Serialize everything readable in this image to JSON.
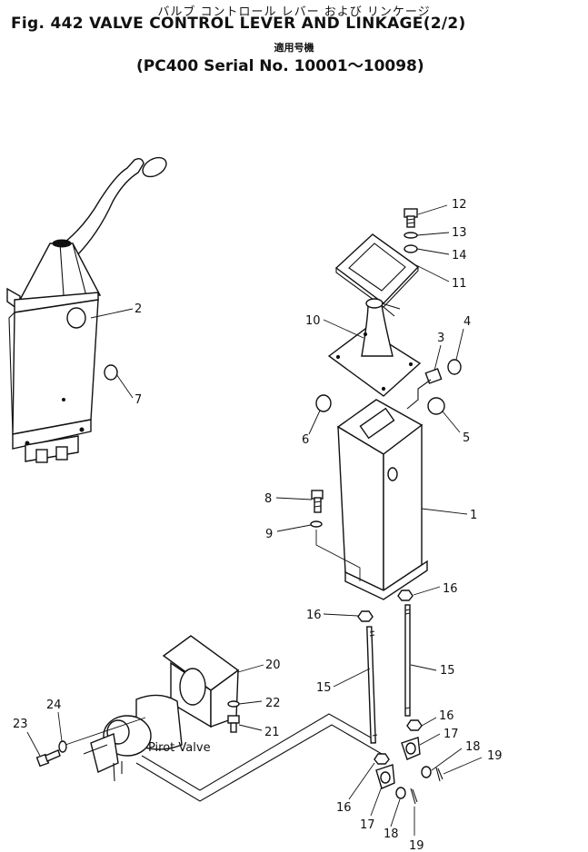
{
  "header": {
    "japanese_title": "バルブ コントロール レバー および リンケージ",
    "figure_title": "Fig. 442 VALVE CONTROL LEVER AND LINKAGE(2/2)",
    "applicability_label": "適用号機",
    "serial_range": "(PC400 Serial No. 10001～10098)"
  },
  "diagram": {
    "pilot_valve_label": "Pirot Valve",
    "callouts": [
      "12",
      "13",
      "14",
      "11",
      "10",
      "3",
      "4",
      "2",
      "7",
      "6",
      "5",
      "8",
      "1",
      "9",
      "16",
      "16",
      "15",
      "15",
      "20",
      "22",
      "21",
      "24",
      "23",
      "16",
      "17",
      "18",
      "19",
      "16",
      "17",
      "18",
      "19"
    ]
  }
}
